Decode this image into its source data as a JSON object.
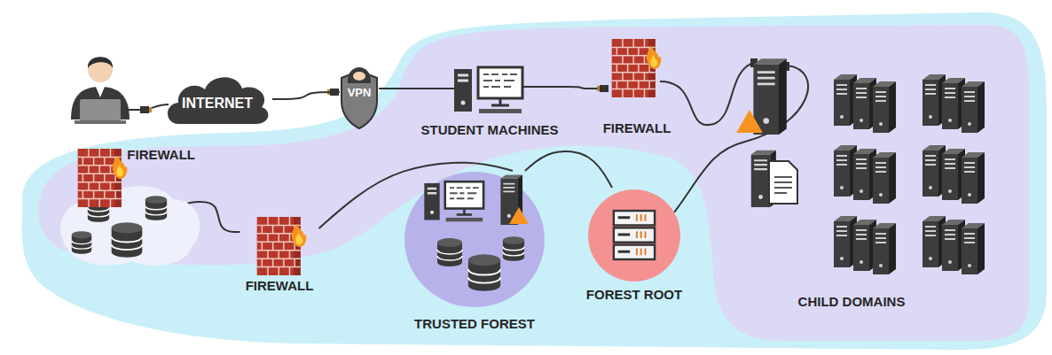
{
  "diagram": {
    "nodes": [
      {
        "text": [
          "INTERNET"
        ]
      },
      {
        "text": [
          "VPN"
        ]
      },
      {
        "text": [
          "STUDENT MACHINES"
        ]
      },
      {
        "text": [
          "FIREWALL"
        ]
      },
      {
        "text": [
          "FIREWALL"
        ]
      },
      {
        "text": [
          "FIREWALL"
        ]
      },
      {
        "text": [
          "TRUSTED FOREST"
        ]
      },
      {
        "text": [
          "FOREST ROOT"
        ]
      },
      {
        "text": [
          "CHILD DOMAINS"
        ]
      }
    ],
    "edges": [
      {
        "from": 0,
        "to": 1,
        "arrow": "none"
      },
      {
        "from": 1,
        "to": 2,
        "arrow": "none"
      },
      {
        "from": 2,
        "to": 3,
        "arrow": "none"
      },
      {
        "from": 4,
        "to": 5,
        "arrow": "none"
      },
      {
        "from": 5,
        "to": 6,
        "arrow": "none"
      },
      {
        "from": 6,
        "to": 7,
        "arrow": "none"
      }
    ]
  }
}
